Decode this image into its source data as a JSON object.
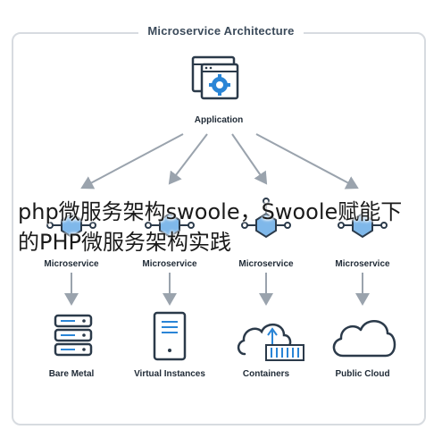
{
  "diagram": {
    "title": "Microservice Architecture",
    "application_label": "Application",
    "microservices": [
      "Microservice",
      "Microservice",
      "Microservice",
      "Microservice"
    ],
    "targets": [
      "Bare Metal",
      "Virtual Instances",
      "Containers",
      "Public Cloud"
    ],
    "colors": {
      "dark": "#2b3a4a",
      "blue": "#2a85d6",
      "gray": "#9aa3ad"
    }
  },
  "overlay": {
    "line1": "php微服务架构swoole，Swoole赋能下",
    "line2": "的PHP微服务架构实践"
  },
  "icons": [
    "application-window-gear-icon",
    "hexagon-cluster-icon",
    "server-rack-icon",
    "tower-server-icon",
    "cloud-container-icon",
    "cloud-icon"
  ]
}
